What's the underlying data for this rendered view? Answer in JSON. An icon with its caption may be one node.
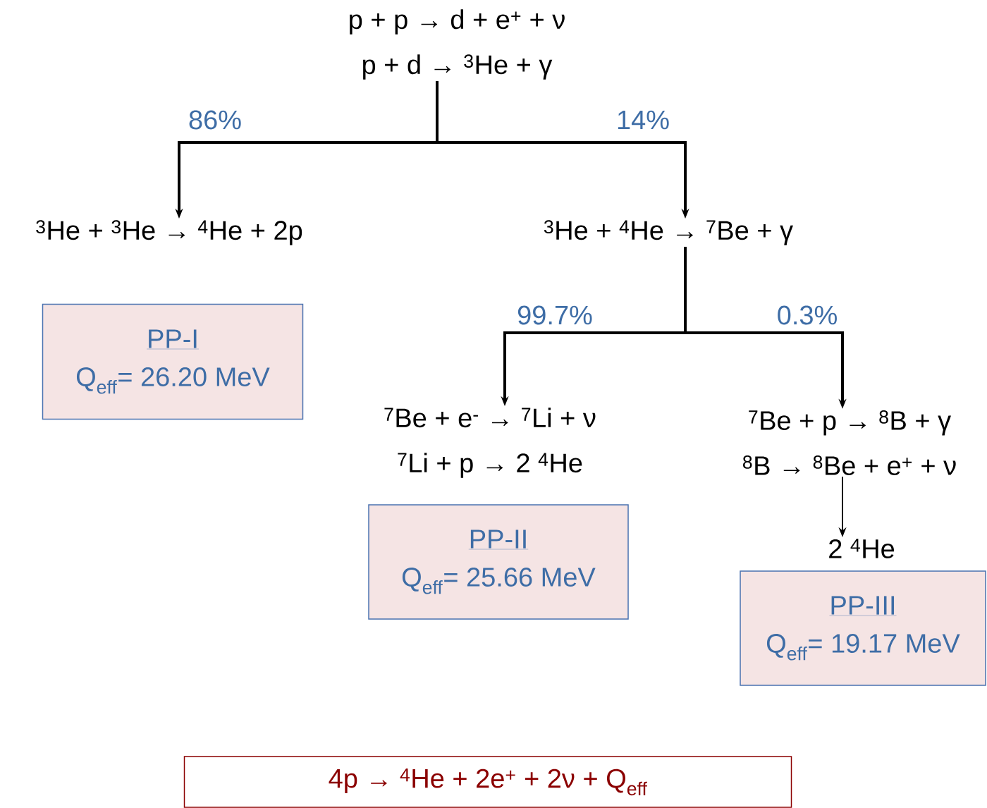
{
  "diagram": {
    "nodes": [
      {
        "text": [
          "p + p → d + e$^{+}$ + ν",
          "p + d → $^{3}$He + γ"
        ]
      },
      {
        "text": [
          "$^{3}$He + $^{3}$He → $^{4}$He + 2p"
        ]
      },
      {
        "text": [
          "$^{3}$He + $^{4}$He → $^{7}$Be + γ"
        ]
      },
      {
        "text": [
          "PP-I",
          "Q$_{eff}$= 26.20 MeV"
        ]
      },
      {
        "text": [
          "$^{7}$Be + e$^{-}$ → $^{7}$Li + ν",
          "$^{7}$Li + p → 2 $^{4}$He"
        ]
      },
      {
        "text": [
          "$^{7}$Be + p → $^{8}$B + γ",
          "$^{8}$B → $^{8}$Be + e$^{+}$ + ν"
        ]
      },
      {
        "text": [
          "2 $^{4}$He"
        ]
      },
      {
        "text": [
          "PP-II",
          "Q$_{eff}$= 25.66 MeV"
        ]
      },
      {
        "text": [
          "PP-III",
          "Q$_{eff}$= 19.17 MeV"
        ]
      },
      {
        "text": [
          "4p → $^{4}$He + 2e$^{+}$ + 2ν + Q$_{eff}$"
        ]
      }
    ],
    "edges": [
      {
        "from": 0,
        "to": 1,
        "arrow": "to",
        "label": "86%"
      },
      {
        "from": 0,
        "to": 2,
        "arrow": "to",
        "label": "14%"
      },
      {
        "from": 2,
        "to": 4,
        "arrow": "to",
        "label": "99.7%"
      },
      {
        "from": 2,
        "to": 5,
        "arrow": "to",
        "label": "0.3%"
      },
      {
        "from": 5,
        "to": 6,
        "arrow": "to"
      }
    ]
  }
}
